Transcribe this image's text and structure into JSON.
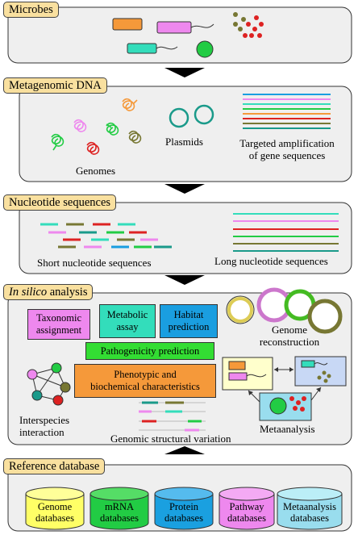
{
  "sections": {
    "microbes": {
      "title": "Microbes"
    },
    "metagenomic_dna": {
      "title": "Metagenomic DNA",
      "genomes_label": "Genomes",
      "plasmids_label": "Plasmids",
      "targeted_line1": "Targeted amplification",
      "targeted_line2": "of gene sequences"
    },
    "nucleotide_sequences": {
      "title": "Nucleotide sequences",
      "short_label": "Short nucleotide sequences",
      "long_label": "Long nucleotide sequences"
    },
    "in_silico": {
      "title_italic": "In silico",
      "title_rest": " analysis",
      "taxonomic_1": "Taxonomic",
      "taxonomic_2": "assignment",
      "metabolic_1": "Metabolic",
      "metabolic_2": "assay",
      "habitat_1": "Habitat",
      "habitat_2": "prediction",
      "genome_recon_1": "Genome",
      "genome_recon_2": "reconstruction",
      "pathogenicity": "Pathogenicity prediction",
      "phenotypic_1": "Phenotypic and",
      "phenotypic_2": "biochemical characteristics",
      "interspecies_1": "Interspecies",
      "interspecies_2": "interaction",
      "structural_variation": "Genomic structural variation",
      "metaanalysis": "Metaanalysis"
    },
    "reference_database": {
      "title": "Reference database",
      "databases": [
        {
          "line1": "Genome",
          "line2": "databases",
          "color": "#ffff66"
        },
        {
          "line1": "mRNA",
          "line2": "databases",
          "color": "#22cc44"
        },
        {
          "line1": "Protein",
          "line2": "databases",
          "color": "#1aa0e0"
        },
        {
          "line1": "Pathway",
          "line2": "databases",
          "color": "#ee88ee"
        },
        {
          "line1": "Metaanalysis",
          "line2": "databases",
          "color": "#99ddee"
        }
      ]
    }
  },
  "colors": {
    "panel_bg": "#efefef",
    "tab_bg": "#f9e09f",
    "taxonomic": "#ee88ee",
    "metabolic": "#33ddbb",
    "habitat": "#1a9ee0",
    "pathogenicity": "#33dd33",
    "phenotypic": "#f5993a"
  }
}
